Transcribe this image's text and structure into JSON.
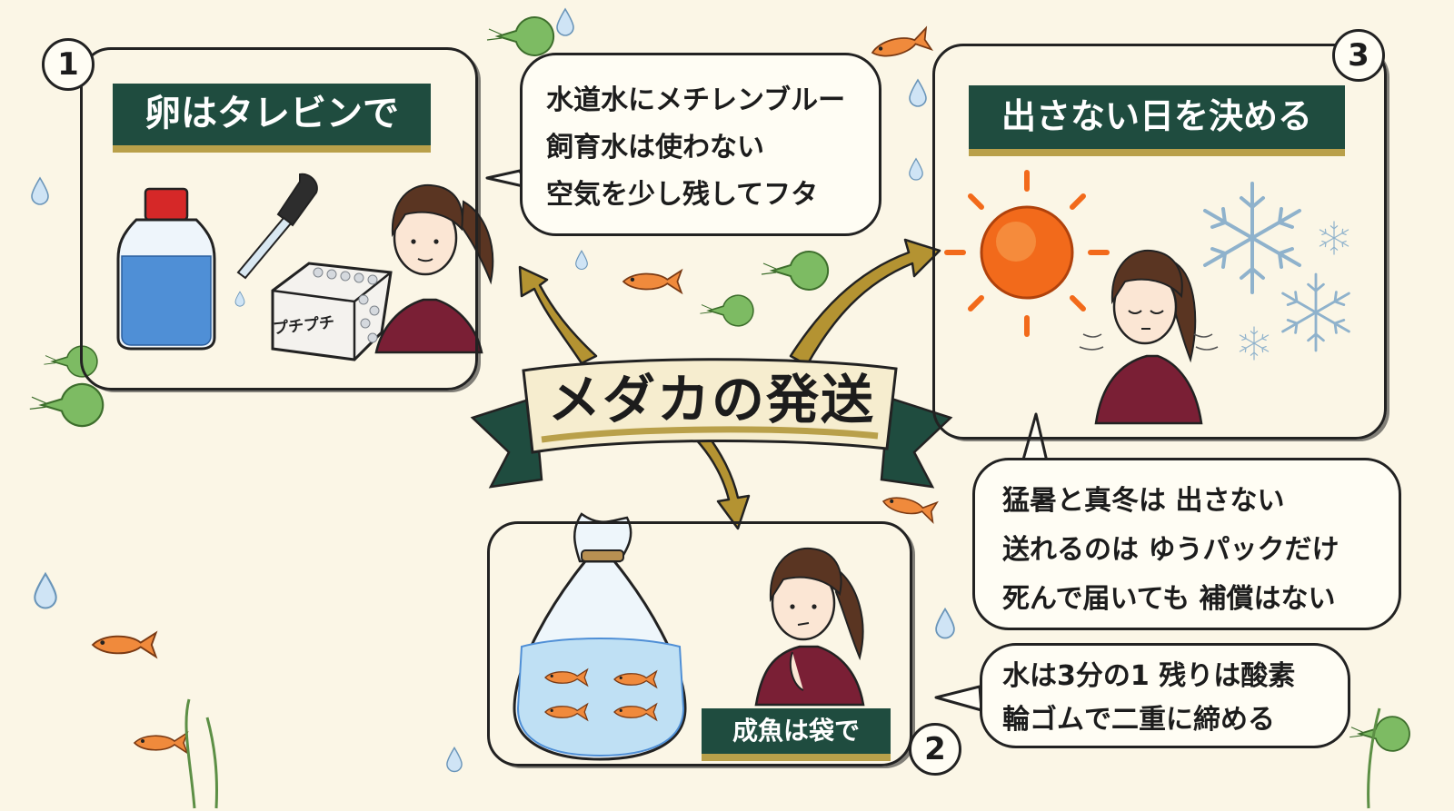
{
  "title": "メダカの発送",
  "panels": {
    "p1": {
      "number": "1",
      "header": "卵はタレビンで",
      "box_label": "プチプチ",
      "bubble_lines": [
        "水道水にメチレンブルー",
        "飼育水は使わない",
        "空気を少し残してフタ"
      ]
    },
    "p2": {
      "number": "2",
      "header": "成魚は袋で",
      "bubble_lines": [
        "水は3分の1 残りは酸素",
        "輪ゴムで二重に締める"
      ]
    },
    "p3": {
      "number": "3",
      "header": "出さない日を決める",
      "bubble_lines": [
        "猛暑と真冬は 出さない",
        "送れるのは ゆうパックだけ",
        "死んで届いても 補償はない"
      ]
    }
  },
  "colors": {
    "background": "#fbf6e6",
    "header_bg": "#1f4c3f",
    "gold": "#b9a04a",
    "banner_cream": "#f6edcf",
    "ribbon_green": "#1f4c3f",
    "fish_orange": "#f08a3c",
    "water_blue": "#4f8fd6",
    "shirt_maroon": "#7a1f35",
    "sun_orange": "#f26a1b",
    "snow_blue": "#a9c8dc",
    "lily_green": "#7dbb63"
  }
}
